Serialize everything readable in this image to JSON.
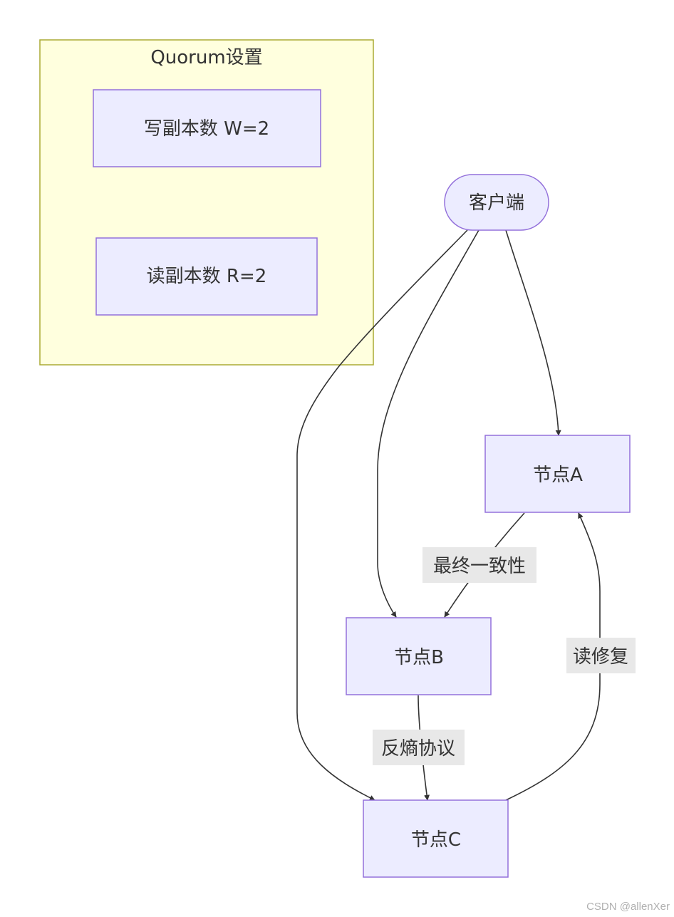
{
  "cluster": {
    "title": "Quorum设置",
    "nodes": {
      "write": "写副本数 W=2",
      "read": "读副本数 R=2"
    }
  },
  "nodes": {
    "client": "客户端",
    "node_a": "节点A",
    "node_b": "节点B",
    "node_c": "节点C"
  },
  "edge_labels": {
    "a_to_b": "最终一致性",
    "b_to_c": "反熵协议",
    "c_to_a": "读修复"
  },
  "edges": [
    {
      "from": "client",
      "to": "node_a",
      "label": ""
    },
    {
      "from": "client",
      "to": "node_b",
      "label": ""
    },
    {
      "from": "client",
      "to": "node_c",
      "label": ""
    },
    {
      "from": "node_a",
      "to": "node_b",
      "label": "最终一致性"
    },
    {
      "from": "node_b",
      "to": "node_c",
      "label": "反熵协议"
    },
    {
      "from": "node_c",
      "to": "node_a",
      "label": "读修复"
    }
  ],
  "colors": {
    "node_fill": "#ECECFF",
    "node_stroke": "#9370DB",
    "cluster_fill": "#FFFFDE",
    "cluster_stroke": "#AAAA33",
    "edge_stroke": "#333333",
    "label_bg": "#E8E8E8",
    "text": "#333333"
  },
  "watermark": "CSDN @allenXer"
}
